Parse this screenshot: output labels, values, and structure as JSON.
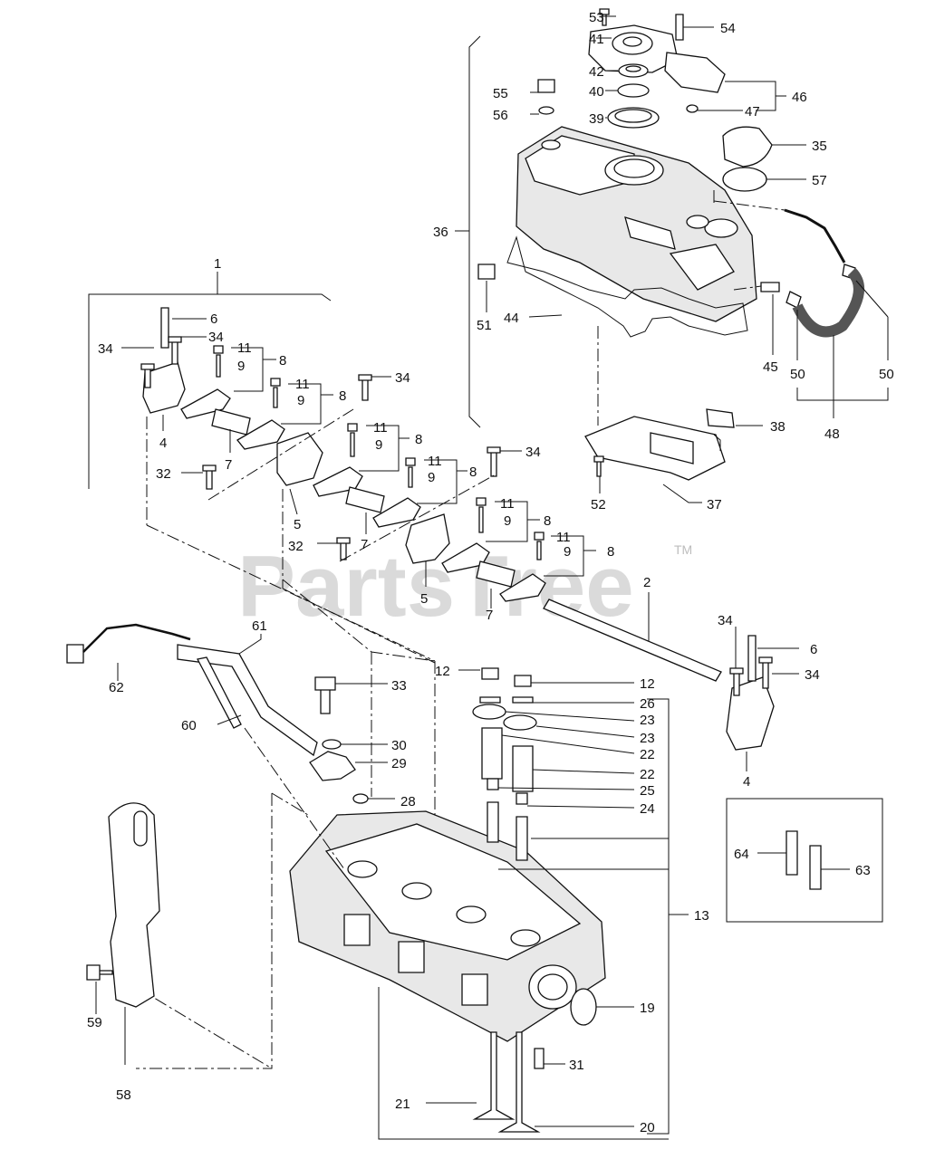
{
  "watermark": {
    "text": "PartsTree",
    "tm": "TM"
  },
  "callouts": [
    {
      "id": "c53",
      "text": "53"
    },
    {
      "id": "c41",
      "text": "41"
    },
    {
      "id": "c54",
      "text": "54"
    },
    {
      "id": "c42",
      "text": "42"
    },
    {
      "id": "c55",
      "text": "55"
    },
    {
      "id": "c40",
      "text": "40"
    },
    {
      "id": "c46",
      "text": "46"
    },
    {
      "id": "c56",
      "text": "56"
    },
    {
      "id": "c39",
      "text": "39"
    },
    {
      "id": "c47",
      "text": "47"
    },
    {
      "id": "c35",
      "text": "35"
    },
    {
      "id": "c57",
      "text": "57"
    },
    {
      "id": "c36",
      "text": "36"
    },
    {
      "id": "c51",
      "text": "51"
    },
    {
      "id": "c44",
      "text": "44"
    },
    {
      "id": "c45",
      "text": "45"
    },
    {
      "id": "c50a",
      "text": "50"
    },
    {
      "id": "c50b",
      "text": "50"
    },
    {
      "id": "c48",
      "text": "48"
    },
    {
      "id": "c38",
      "text": "38"
    },
    {
      "id": "c37",
      "text": "37"
    },
    {
      "id": "c52",
      "text": "52"
    },
    {
      "id": "c1",
      "text": "1"
    },
    {
      "id": "c6a",
      "text": "6"
    },
    {
      "id": "c34a",
      "text": "34"
    },
    {
      "id": "c34b",
      "text": "34"
    },
    {
      "id": "c11a",
      "text": "11"
    },
    {
      "id": "c9a",
      "text": "9"
    },
    {
      "id": "c8a",
      "text": "8"
    },
    {
      "id": "c11b",
      "text": "11"
    },
    {
      "id": "c9b",
      "text": "9"
    },
    {
      "id": "c8b",
      "text": "8"
    },
    {
      "id": "c34c",
      "text": "34"
    },
    {
      "id": "c4a",
      "text": "4"
    },
    {
      "id": "c7a",
      "text": "7"
    },
    {
      "id": "c11c",
      "text": "11"
    },
    {
      "id": "c9c",
      "text": "9"
    },
    {
      "id": "c8c",
      "text": "8"
    },
    {
      "id": "c32a",
      "text": "32"
    },
    {
      "id": "c11d",
      "text": "11"
    },
    {
      "id": "c9d",
      "text": "9"
    },
    {
      "id": "c8d",
      "text": "8"
    },
    {
      "id": "c34d",
      "text": "34"
    },
    {
      "id": "c5a",
      "text": "5"
    },
    {
      "id": "c7b",
      "text": "7"
    },
    {
      "id": "c11e",
      "text": "11"
    },
    {
      "id": "c9e",
      "text": "9"
    },
    {
      "id": "c8e",
      "text": "8"
    },
    {
      "id": "c11f",
      "text": "11"
    },
    {
      "id": "c9f",
      "text": "9"
    },
    {
      "id": "c8f",
      "text": "8"
    },
    {
      "id": "c32b",
      "text": "32"
    },
    {
      "id": "c5b",
      "text": "5"
    },
    {
      "id": "c7c",
      "text": "7"
    },
    {
      "id": "c2",
      "text": "2"
    },
    {
      "id": "c61",
      "text": "61"
    },
    {
      "id": "c34e",
      "text": "34"
    },
    {
      "id": "c6b",
      "text": "6"
    },
    {
      "id": "c34f",
      "text": "34"
    },
    {
      "id": "c12a",
      "text": "12"
    },
    {
      "id": "c12b",
      "text": "12"
    },
    {
      "id": "c26",
      "text": "26"
    },
    {
      "id": "c23a",
      "text": "23"
    },
    {
      "id": "c23b",
      "text": "23"
    },
    {
      "id": "c62",
      "text": "62"
    },
    {
      "id": "c33",
      "text": "33"
    },
    {
      "id": "c60",
      "text": "60"
    },
    {
      "id": "c30",
      "text": "30"
    },
    {
      "id": "c29",
      "text": "29"
    },
    {
      "id": "c22a",
      "text": "22"
    },
    {
      "id": "c22b",
      "text": "22"
    },
    {
      "id": "c4b",
      "text": "4"
    },
    {
      "id": "c25",
      "text": "25"
    },
    {
      "id": "c28",
      "text": "28"
    },
    {
      "id": "c24",
      "text": "24"
    },
    {
      "id": "c64",
      "text": "64"
    },
    {
      "id": "c63",
      "text": "63"
    },
    {
      "id": "c13",
      "text": "13"
    },
    {
      "id": "c19",
      "text": "19"
    },
    {
      "id": "c59",
      "text": "59"
    },
    {
      "id": "c31",
      "text": "31"
    },
    {
      "id": "c58",
      "text": "58"
    },
    {
      "id": "c21",
      "text": "21"
    },
    {
      "id": "c20",
      "text": "20"
    }
  ]
}
